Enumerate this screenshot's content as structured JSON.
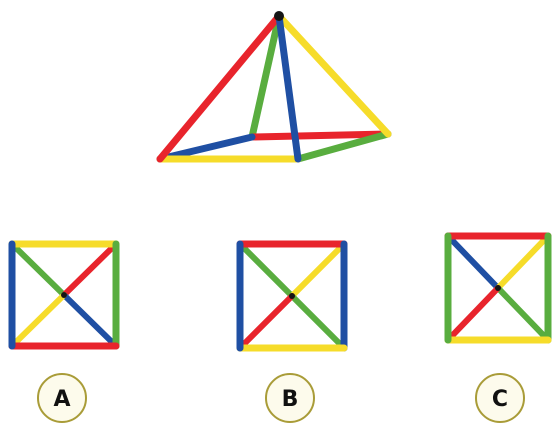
{
  "colors": {
    "red": "#e8242c",
    "yellow": "#f6dc2a",
    "blue": "#1f4fa3",
    "green": "#59ad3f",
    "apex": "#151515",
    "badge_fill": "#fdfbec",
    "badge_ring": "#a99c38"
  },
  "puzzle": {
    "pyramid": {
      "edges": [
        {
          "id": "apex-back-left",
          "color": "green"
        },
        {
          "id": "back-left-back-right",
          "color": "red"
        },
        {
          "id": "back-left-front-left",
          "color": "blue"
        },
        {
          "id": "back-right-front-right",
          "color": "green"
        },
        {
          "id": "front-left-front-right",
          "color": "yellow"
        },
        {
          "id": "apex-back-right",
          "color": "yellow"
        },
        {
          "id": "apex-front-left",
          "color": "red"
        },
        {
          "id": "apex-front-right",
          "color": "blue"
        }
      ]
    },
    "options": [
      {
        "letter": "A",
        "edges": {
          "top": "yellow",
          "right": "green",
          "bottom": "red",
          "left": "blue",
          "diag_tl": "green",
          "diag_tr": "red",
          "diag_br": "blue",
          "diag_bl": "yellow"
        }
      },
      {
        "letter": "B",
        "edges": {
          "top": "red",
          "right": "blue",
          "bottom": "yellow",
          "left": "blue",
          "diag_tl": "green",
          "diag_tr": "yellow",
          "diag_br": "green",
          "diag_bl": "red"
        }
      },
      {
        "letter": "C",
        "edges": {
          "top": "red",
          "right": "green",
          "bottom": "yellow",
          "left": "green",
          "diag_tl": "blue",
          "diag_tr": "yellow",
          "diag_br": "green",
          "diag_bl": "red"
        }
      }
    ]
  }
}
